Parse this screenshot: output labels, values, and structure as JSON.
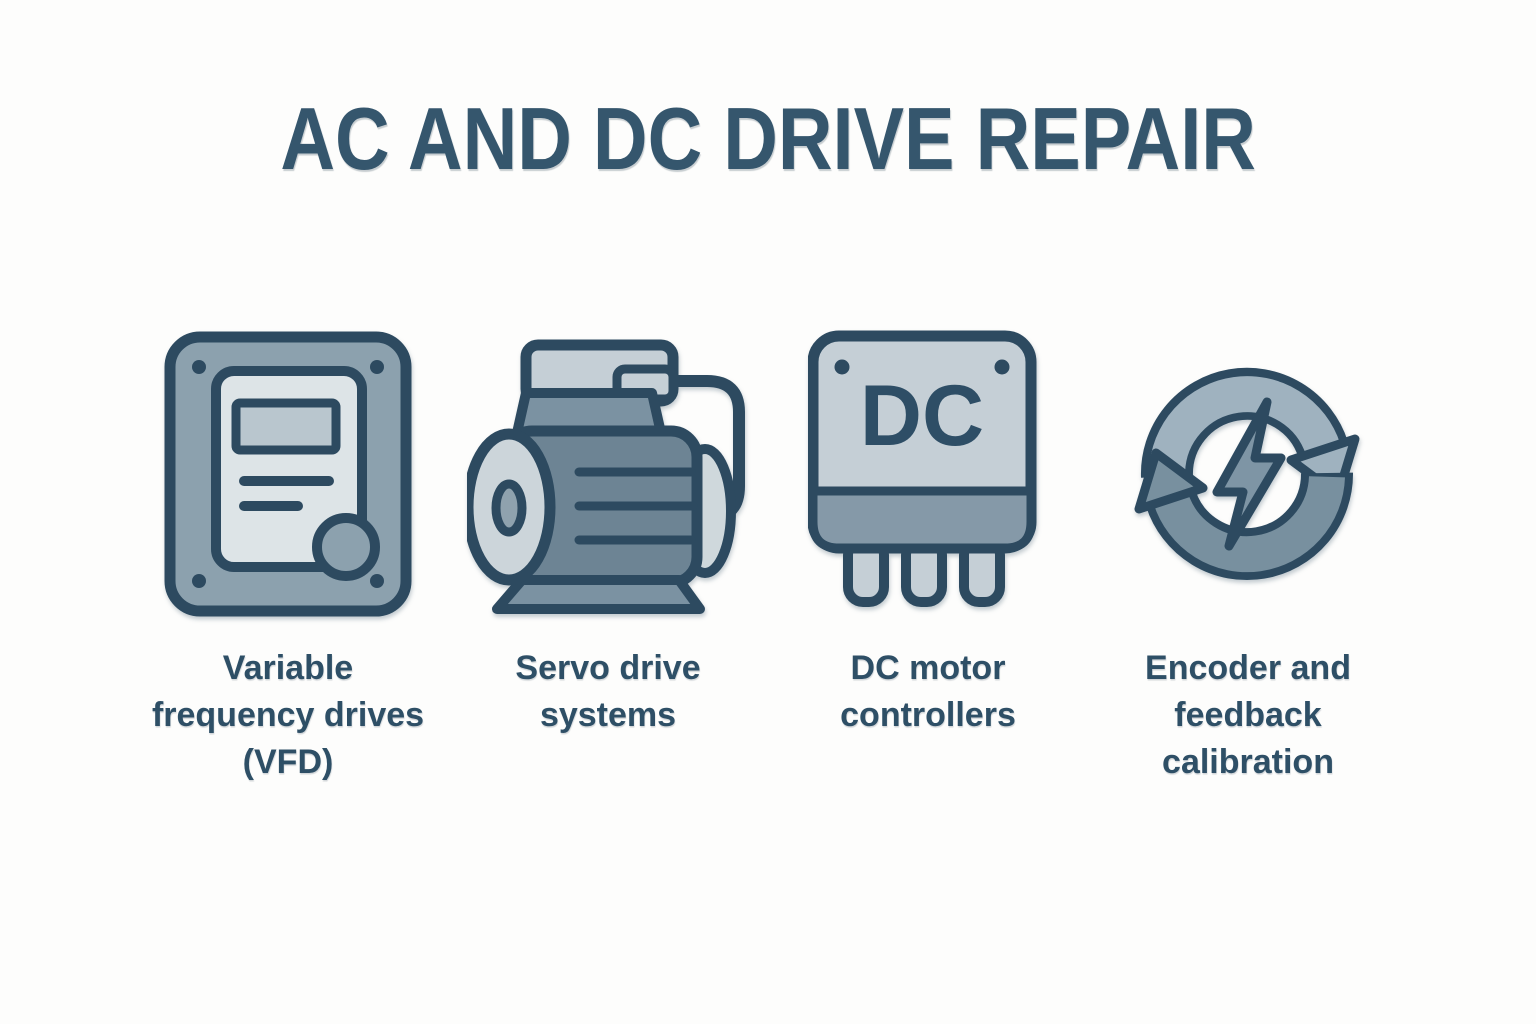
{
  "page": {
    "title": "AC AND DC DRIVE REPAIR",
    "background": "#fdfdfc"
  },
  "palette": {
    "title_color": "#35566d",
    "label_color": "#2e4f66",
    "dark_outline": "#2d4a60",
    "slate_medium": "#7b92a2",
    "panel_gray_blue": "#8ca1ae",
    "panel_light": "#dde4e7",
    "display_fill": "#b9c6ce",
    "box_light": "#c5cfd6",
    "box_strip": "#8599a8",
    "motor_body": "#6d8494",
    "motor_endcap": "#ccd5da",
    "arrow_light": "#9fb2bf",
    "arrow_dark": "#78909f",
    "bolt_fill": "#7e95a5"
  },
  "items": [
    {
      "icon": "vfd-panel-icon",
      "label": "Variable\nfrequency drives\n(VFD)"
    },
    {
      "icon": "servo-motor-icon",
      "label": "Servo drive\nsystems"
    },
    {
      "icon": "dc-controller-icon",
      "label": "DC motor\ncontrollers",
      "badge_text": "DC"
    },
    {
      "icon": "encoder-cycle-icon",
      "label": "Encoder and\nfeedback\ncalibration"
    }
  ]
}
